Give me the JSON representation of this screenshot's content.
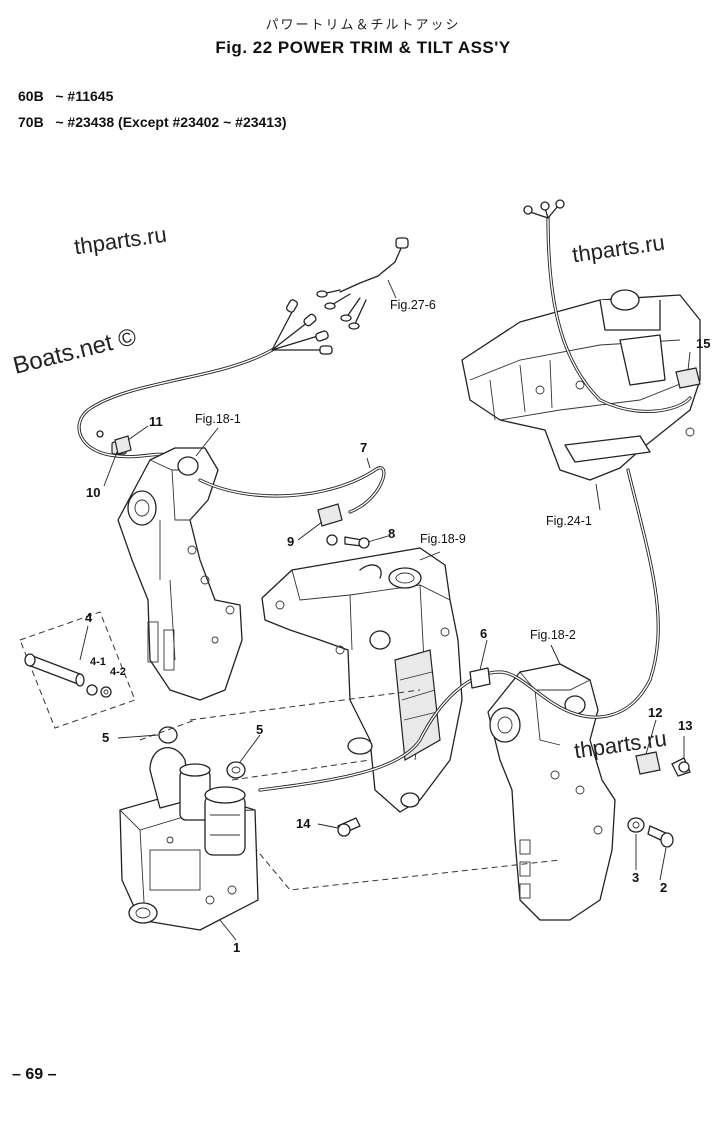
{
  "header": {
    "japanese_title": "パワートリム＆チルトアッシ",
    "figure_title": "Fig. 22    POWER TRIM & TILT ASS'Y"
  },
  "applicability": [
    {
      "model": "60B",
      "range": "~ #11645"
    },
    {
      "model": "70B",
      "range": "~ #23438  (Except #23402 ~ #23413)"
    }
  ],
  "watermarks": [
    "thparts.ru",
    "thparts.ru",
    "Boats.net ©",
    "thparts.ru"
  ],
  "figure_refs": [
    "Fig.27-6",
    "Fig.18-1",
    "Fig.24-1",
    "Fig.18-9",
    "Fig.18-2"
  ],
  "callouts": [
    "15",
    "11",
    "10",
    "7",
    "9",
    "8",
    "4",
    "4-1",
    "4-2",
    "6",
    "12",
    "13",
    "5",
    "5",
    "14",
    "3",
    "2",
    "1"
  ],
  "page_number": "– 69 –"
}
